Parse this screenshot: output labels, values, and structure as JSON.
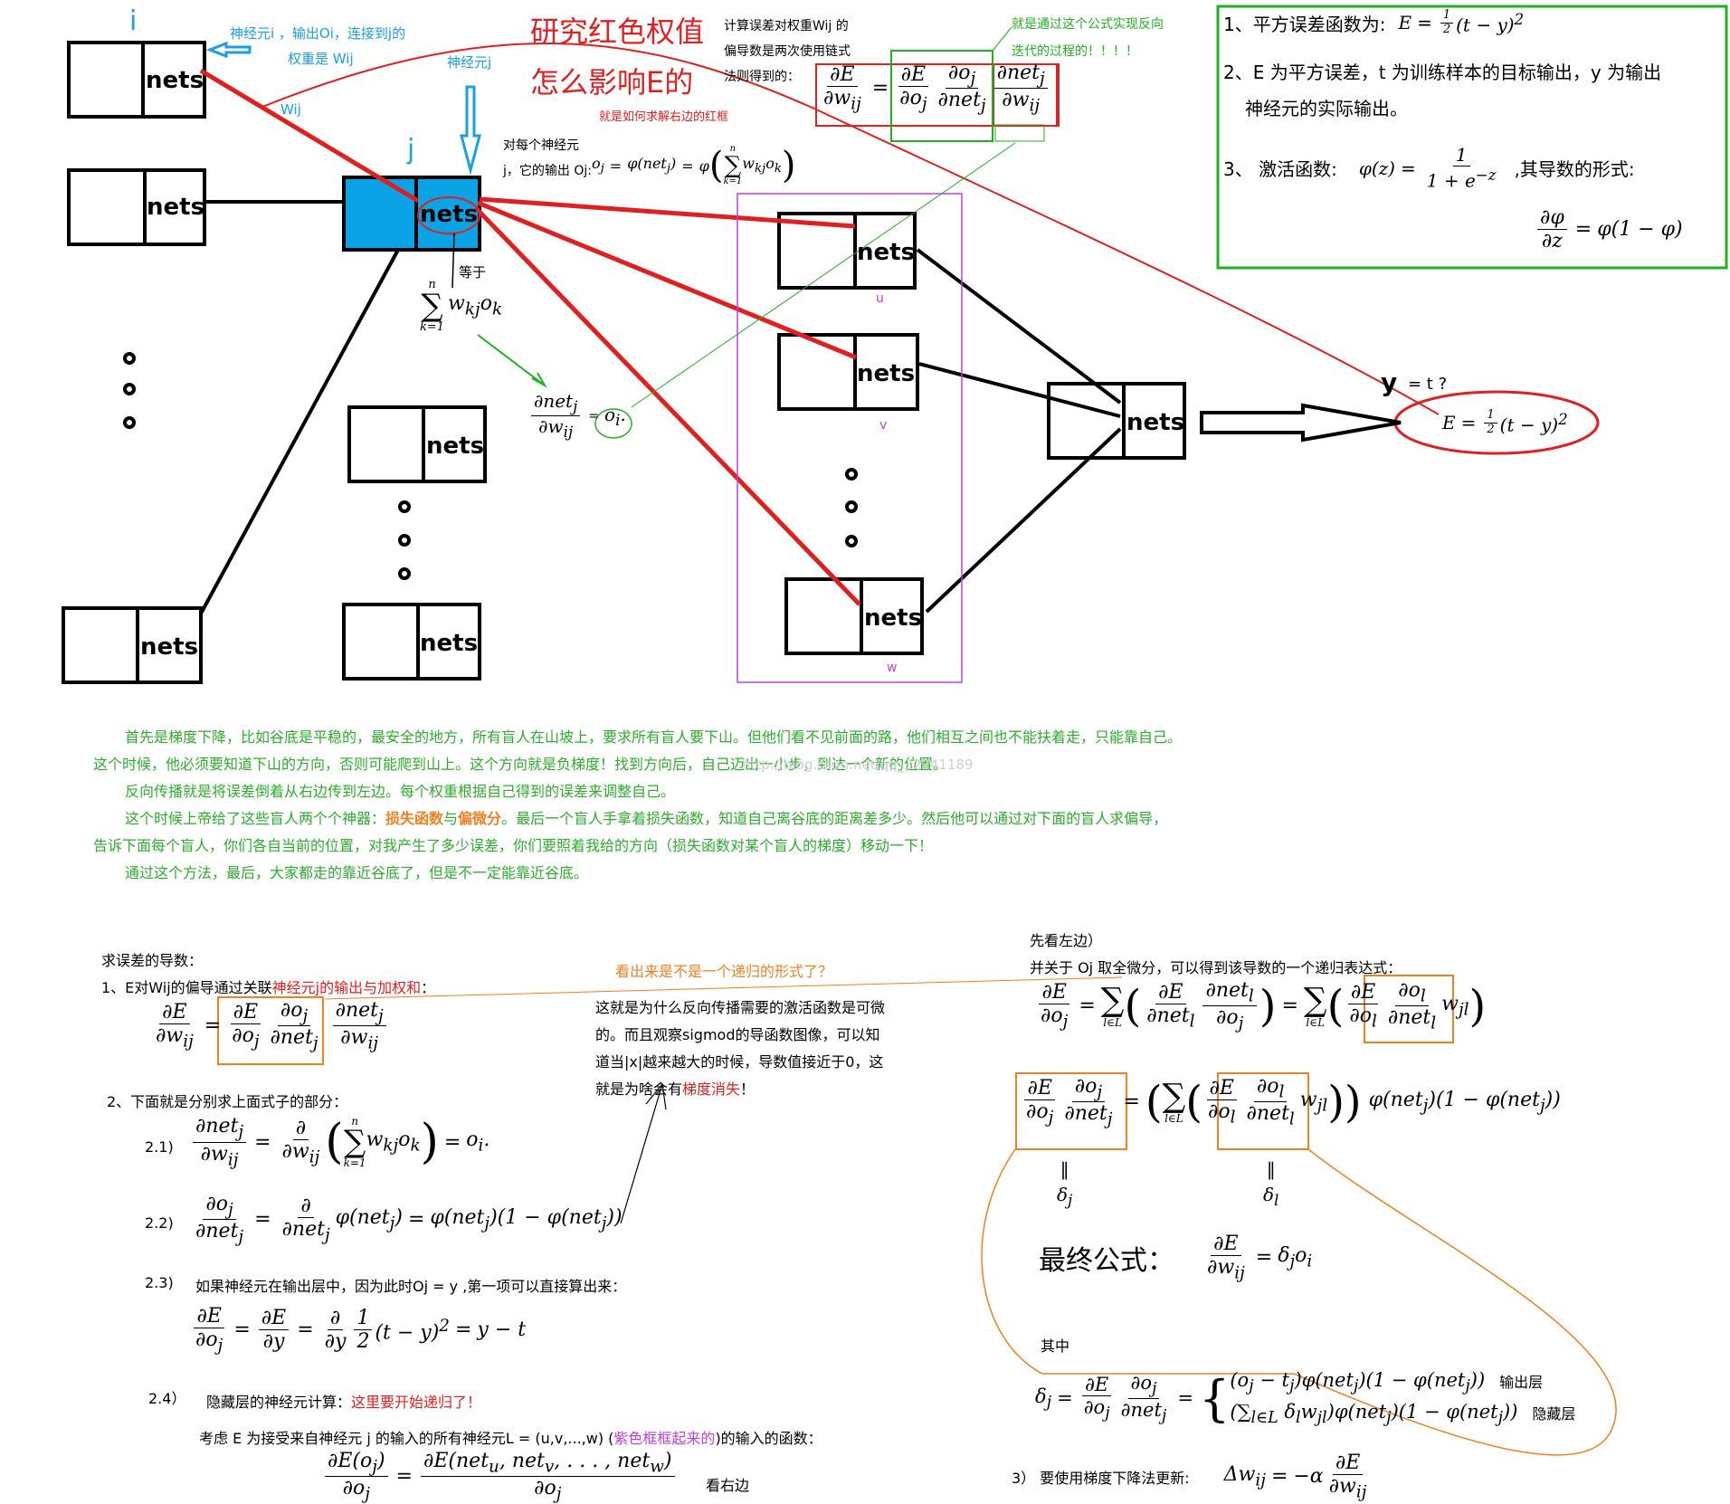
{
  "nodes": {
    "label": "nets"
  },
  "top_labels": {
    "i": "i",
    "j": "j",
    "neuron_i_note": "神经元i ，输出Oi，连接到j的",
    "weight_note": "权重是 Wij",
    "neuron_j": "神经元j",
    "wij": "Wij",
    "equals_label": "等于",
    "u": "u",
    "v": "v",
    "w": "w",
    "y": "y",
    "y_eq_t": "= t ?"
  },
  "title_red": {
    "line1": "研究红色权值",
    "line2": "怎么影响E的",
    "sub": "就是如何求解右边的红框"
  },
  "chain_note": {
    "l1": "计算误差对权重Wij 的",
    "l2": "偏导数是两次使用链式",
    "l3": "法则得到的："
  },
  "green_note": {
    "l1": "就是通过这个公式实现反向",
    "l2": "迭代的过程的！！！！"
  },
  "output_note": {
    "l1": "对每个神经元",
    "l2": "j，它的输出 Oj:"
  },
  "info_box": {
    "item1": "1、平方误差函数为:",
    "item2a": "2、E 为平方误差，t 为训练样本的目标输出，y 为输出",
    "item2b": "神经元的实际输出。",
    "item3": "3、 激活函数:",
    "item3b": ",其导数的形式:"
  },
  "paragraphs": {
    "p1": "首先是梯度下降，比如谷底是平稳的，最安全的地方，所有盲人在山坡上，要求所有盲人要下山。但他们看不见前面的路，他们相互之间也不能扶着走，只能靠自己。",
    "p2": "这个时候，他必须要知道下山的方向，否则可能爬到山上。这个方向就是负梯度！找到方向后，自己迈出一小步，到达一个新的位置。",
    "p3": "反向传播就是将误差倒着从右边传到左边。每个权重根据自己得到的误差来调整自己。",
    "p4a": "这个时候上帝给了这些盲人两个个神器：",
    "p4b": "损失函数",
    "p4c": "与",
    "p4d": "偏微分",
    "p4e": "。最后一个盲人手拿着损失函数，知道自己离谷底的距离差多少。然后他可以通过对下面的盲人求偏导，",
    "p5": "告诉下面每个盲人，你们各自当前的位置，对我产生了多少误差，你们要照着我给的方向（损失函数对某个盲人的梯度）移动一下！",
    "p6": "通过这个方法，最后，大家都走的靠近谷底了，但是不一定能靠近谷底。"
  },
  "lower_left": {
    "heading": "求误差的导数：",
    "s1a": "1、E对Wij的偏导通过关联",
    "s1b": "神经元j的输出与加权和",
    "s1c": "：",
    "s2": "2、下面就是分别求上面式子的部分：",
    "l21": "2.1)",
    "l22": "2.2)",
    "l23": "2.3)",
    "s23": "如果神经元在输出层中，因为此时Oj = y ,第一项可以直接算出来：",
    "l24": "2.4）",
    "s24a": "隐藏层的神经元计算：",
    "s24b": "这里要开始递归了！",
    "s25a": "考虑 E 为接受来自神经元 j 的输入的所有神经元L = (u,v,...,w) (",
    "s25b": "紫色框框起来的",
    "s25c": ")的输入的函数：",
    "see_right": "看右边"
  },
  "middle_note": {
    "recursive": "看出来是不是一个递归的形式了？",
    "l1": "这就是为什么反向传播需要的激活函数是可微",
    "l2": "的。而且观察sigmod的导函数图像，可以知",
    "l3": "道当|x|越来越大的时候，导数值接近于0，这",
    "l4a": "就是为啥会有",
    "l4b": "梯度消失",
    "l4c": "！"
  },
  "lower_right": {
    "h1": "先看左边）",
    "h2": "并关于 Oj 取全微分，可以得到该导数的一个递归表达式：",
    "final": "最终公式：",
    "where": "其中",
    "output_layer": "输出层",
    "hidden_layer": "隐藏层",
    "update": "3）  要使用梯度下降法更新:"
  },
  "watermark": "http://blog.csdn.net/qq_32241189"
}
